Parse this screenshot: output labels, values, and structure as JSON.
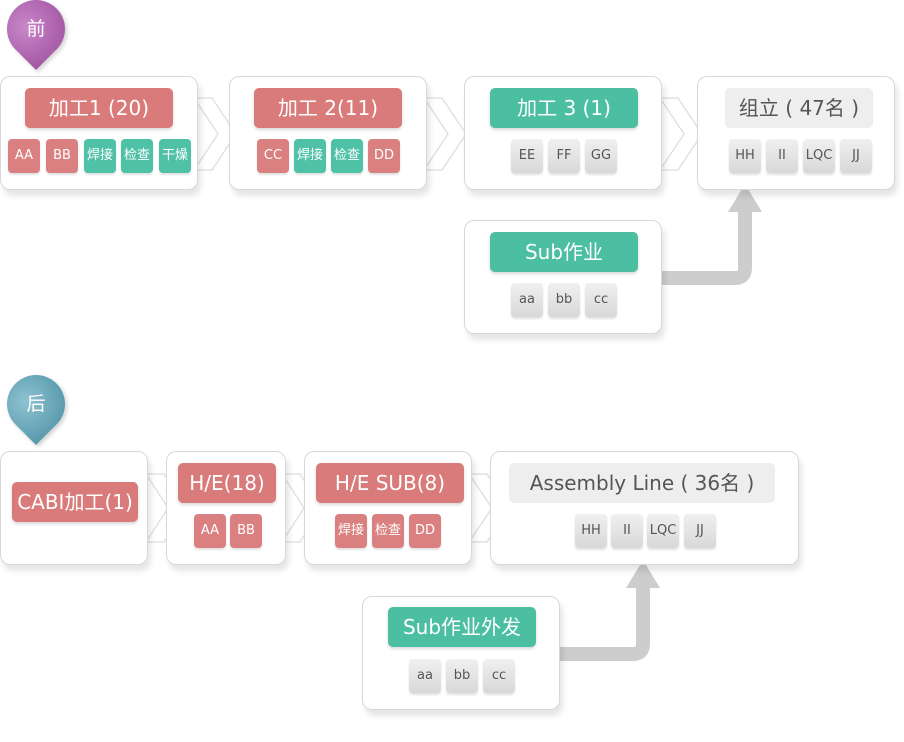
{
  "before": {
    "label": "前",
    "stage1": {
      "title": "加工1 (20)",
      "items": [
        "AA",
        "BB",
        "焊接",
        "检查",
        "干燥"
      ]
    },
    "stage2": {
      "title": "加工 2(11)",
      "items": [
        "CC",
        "焊接",
        "检查",
        "DD"
      ]
    },
    "stage3": {
      "title": "加工 3 (1)",
      "items": [
        "EE",
        "FF",
        "GG"
      ]
    },
    "stage4": {
      "title": "组立 ( 47名 )",
      "items": [
        "HH",
        "II",
        "LQC",
        "JJ"
      ]
    },
    "sub": {
      "title": "Sub作业",
      "items": [
        "aa",
        "bb",
        "cc"
      ]
    }
  },
  "after": {
    "label": "后",
    "stage1": {
      "title": "CABI加工(1)"
    },
    "stage2": {
      "title": "H/E(18)",
      "items": [
        "AA",
        "BB"
      ]
    },
    "stage3": {
      "title": "H/E SUB(8)",
      "items": [
        "焊接",
        "检查",
        "DD"
      ]
    },
    "stage4": {
      "title": "Assembly Line ( 36名 )",
      "items": [
        "HH",
        "II",
        "LQC",
        "JJ"
      ]
    },
    "sub": {
      "title": "Sub作业外发",
      "items": [
        "aa",
        "bb",
        "cc"
      ]
    }
  },
  "colors": {
    "red": "#d97b7b",
    "teal": "#4cbfa3",
    "grey": "#eeeeee",
    "arrow": "#cfcfcf"
  }
}
